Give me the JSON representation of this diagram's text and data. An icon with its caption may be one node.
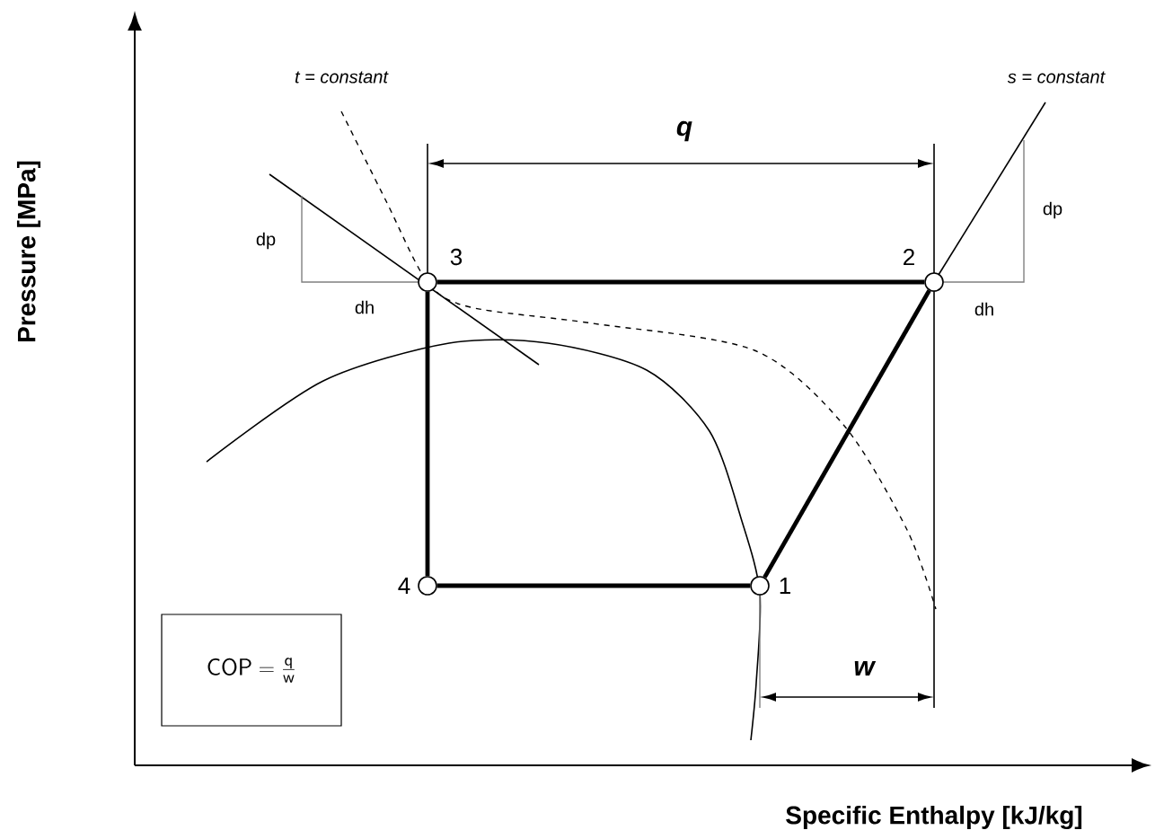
{
  "diagram": {
    "nodes": [
      {
        "text": [
          "3"
        ]
      },
      {
        "text": [
          "2"
        ]
      },
      {
        "text": [
          "4"
        ]
      },
      {
        "text": [
          "1"
        ]
      },
      {
        "text": [
          "\\mathsf{COP} = \\frac{\\mathsf{q}}{\\mathsf{w}}"
        ]
      }
    ],
    "edges": [
      {
        "from": 0,
        "to": 1,
        "arrow": "none"
      },
      {
        "from": 1,
        "to": 3,
        "arrow": "none"
      },
      {
        "from": 3,
        "to": 2,
        "arrow": "none"
      },
      {
        "from": 2,
        "to": 0,
        "arrow": "none"
      }
    ],
    "labels": [
      "t = constant",
      "s = constant",
      "q",
      "dp",
      "dh",
      "dp",
      "dh",
      "w",
      "Pressure [MPa]",
      "Specific Enthalpy [kJ/kg]"
    ]
  }
}
